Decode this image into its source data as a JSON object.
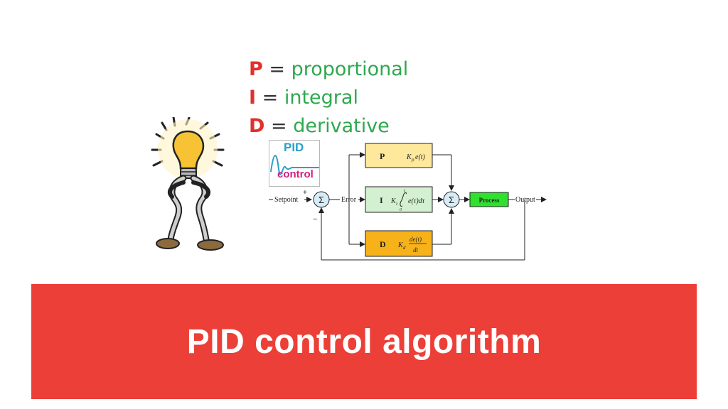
{
  "legend": [
    {
      "letter": "P",
      "eq": "=",
      "word": "proportional"
    },
    {
      "letter": "I",
      "eq": "=",
      "word": "integral"
    },
    {
      "letter": "D",
      "eq": "=",
      "word": "derivative"
    }
  ],
  "logo": {
    "top": "PID",
    "bottom": "control"
  },
  "diagram": {
    "setpoint_label": "Setpoint",
    "error_label": "Error",
    "output_label": "Output",
    "plus_sign": "+",
    "minus_sign": "−",
    "sum_symbol": "Σ",
    "blocks": [
      {
        "letter": "P",
        "color": "#fde89c"
      },
      {
        "letter": "I",
        "color": "#d3f0d1"
      },
      {
        "letter": "D",
        "color": "#f7b21a"
      }
    ],
    "process_label": "Process",
    "process_color": "#2fe02f",
    "formulas": {
      "p_k": "K",
      "p_sub": "p",
      "p_rest": "e(t)",
      "i_k": "K",
      "i_sub": "i",
      "i_rest": "e(τ)dτ",
      "i_upper": "t",
      "i_lower": "0",
      "d_k": "K",
      "d_sub": "d",
      "d_num": "de(t)",
      "d_den": "dt"
    }
  },
  "banner": {
    "title": "PID control algorithm",
    "color": "#ec3f38"
  }
}
